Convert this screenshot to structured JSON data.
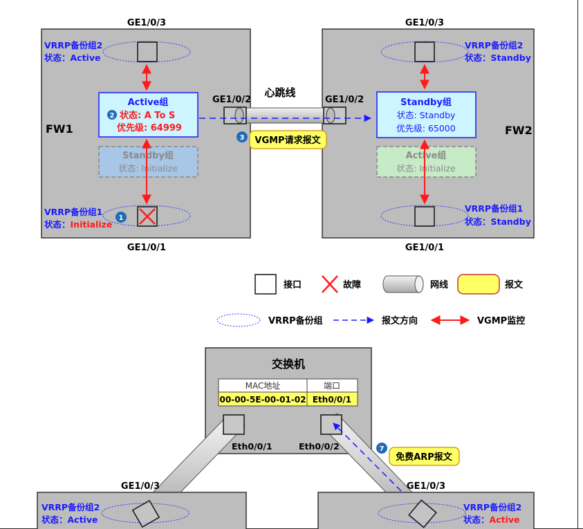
{
  "fw1": {
    "name": "FW1",
    "port_top": "GE1/0/3",
    "port_bottom": "GE1/0/1",
    "port_side": "GE1/0/2",
    "vrrp2_line1": "VRRP备份组2",
    "vrrp2_line2": "状态：Active",
    "vrrp1_line1": "VRRP备份组1",
    "vrrp1_prefix": "状态：",
    "vrrp1_state": "Initialize",
    "active_group": {
      "title": "Active组",
      "state": "状态: A To S",
      "priority": "优先级: 64999"
    },
    "standby_group": {
      "title": "Standby组",
      "state": "状态: Initialize"
    }
  },
  "fw2": {
    "name": "FW2",
    "port_top": "GE1/0/3",
    "port_bottom": "GE1/0/1",
    "port_side": "GE1/0/2",
    "vrrp2_line1": "VRRP备份组2",
    "vrrp2_line2": "状态：Standby",
    "vrrp1_line1": "VRRP备份组1",
    "vrrp1_line2": "状态：Standby",
    "standby_group": {
      "title": "Standby组",
      "state": "状态: Standby",
      "priority": "优先级: 65000"
    },
    "active_group": {
      "title": "Active组",
      "state": "状态: Initialize"
    }
  },
  "heartbeat": "心跳线",
  "vgmp_msg": "VGMP请求报文",
  "steps": {
    "one": "1",
    "two": "2",
    "three": "3",
    "seven": "7"
  },
  "legend": {
    "interface": "接口",
    "fault": "故障",
    "cable": "网线",
    "message": "报文",
    "vrrp_group": "VRRP备份组",
    "direction": "报文方向",
    "vgmp": "VGMP监控"
  },
  "switch": {
    "title": "交换机",
    "col_mac": "MAC地址",
    "col_port": "端口",
    "mac": "00-00-5E-00-01-02",
    "port": "Eth0/0/1",
    "left_port": "Eth0/0/1",
    "right_port": "Eth0/0/2"
  },
  "arp_msg": "免费ARP报文",
  "bottom_left": {
    "port": "GE1/0/3",
    "vrrp_line1": "VRRP备份组2",
    "vrrp_line2": "状态：Active"
  },
  "bottom_right": {
    "port": "GE1/0/3",
    "vrrp_line1": "VRRP备份组2",
    "vrrp_prefix": "状态：",
    "vrrp_state": "Active"
  },
  "colors": {
    "blue": "#1a1aff",
    "red": "#ff1a1a",
    "box_gray": "#bdbdbd",
    "yellow": "#ffff66",
    "active_fill": "#ccf5ff",
    "standby_fill": "#99ccff"
  }
}
